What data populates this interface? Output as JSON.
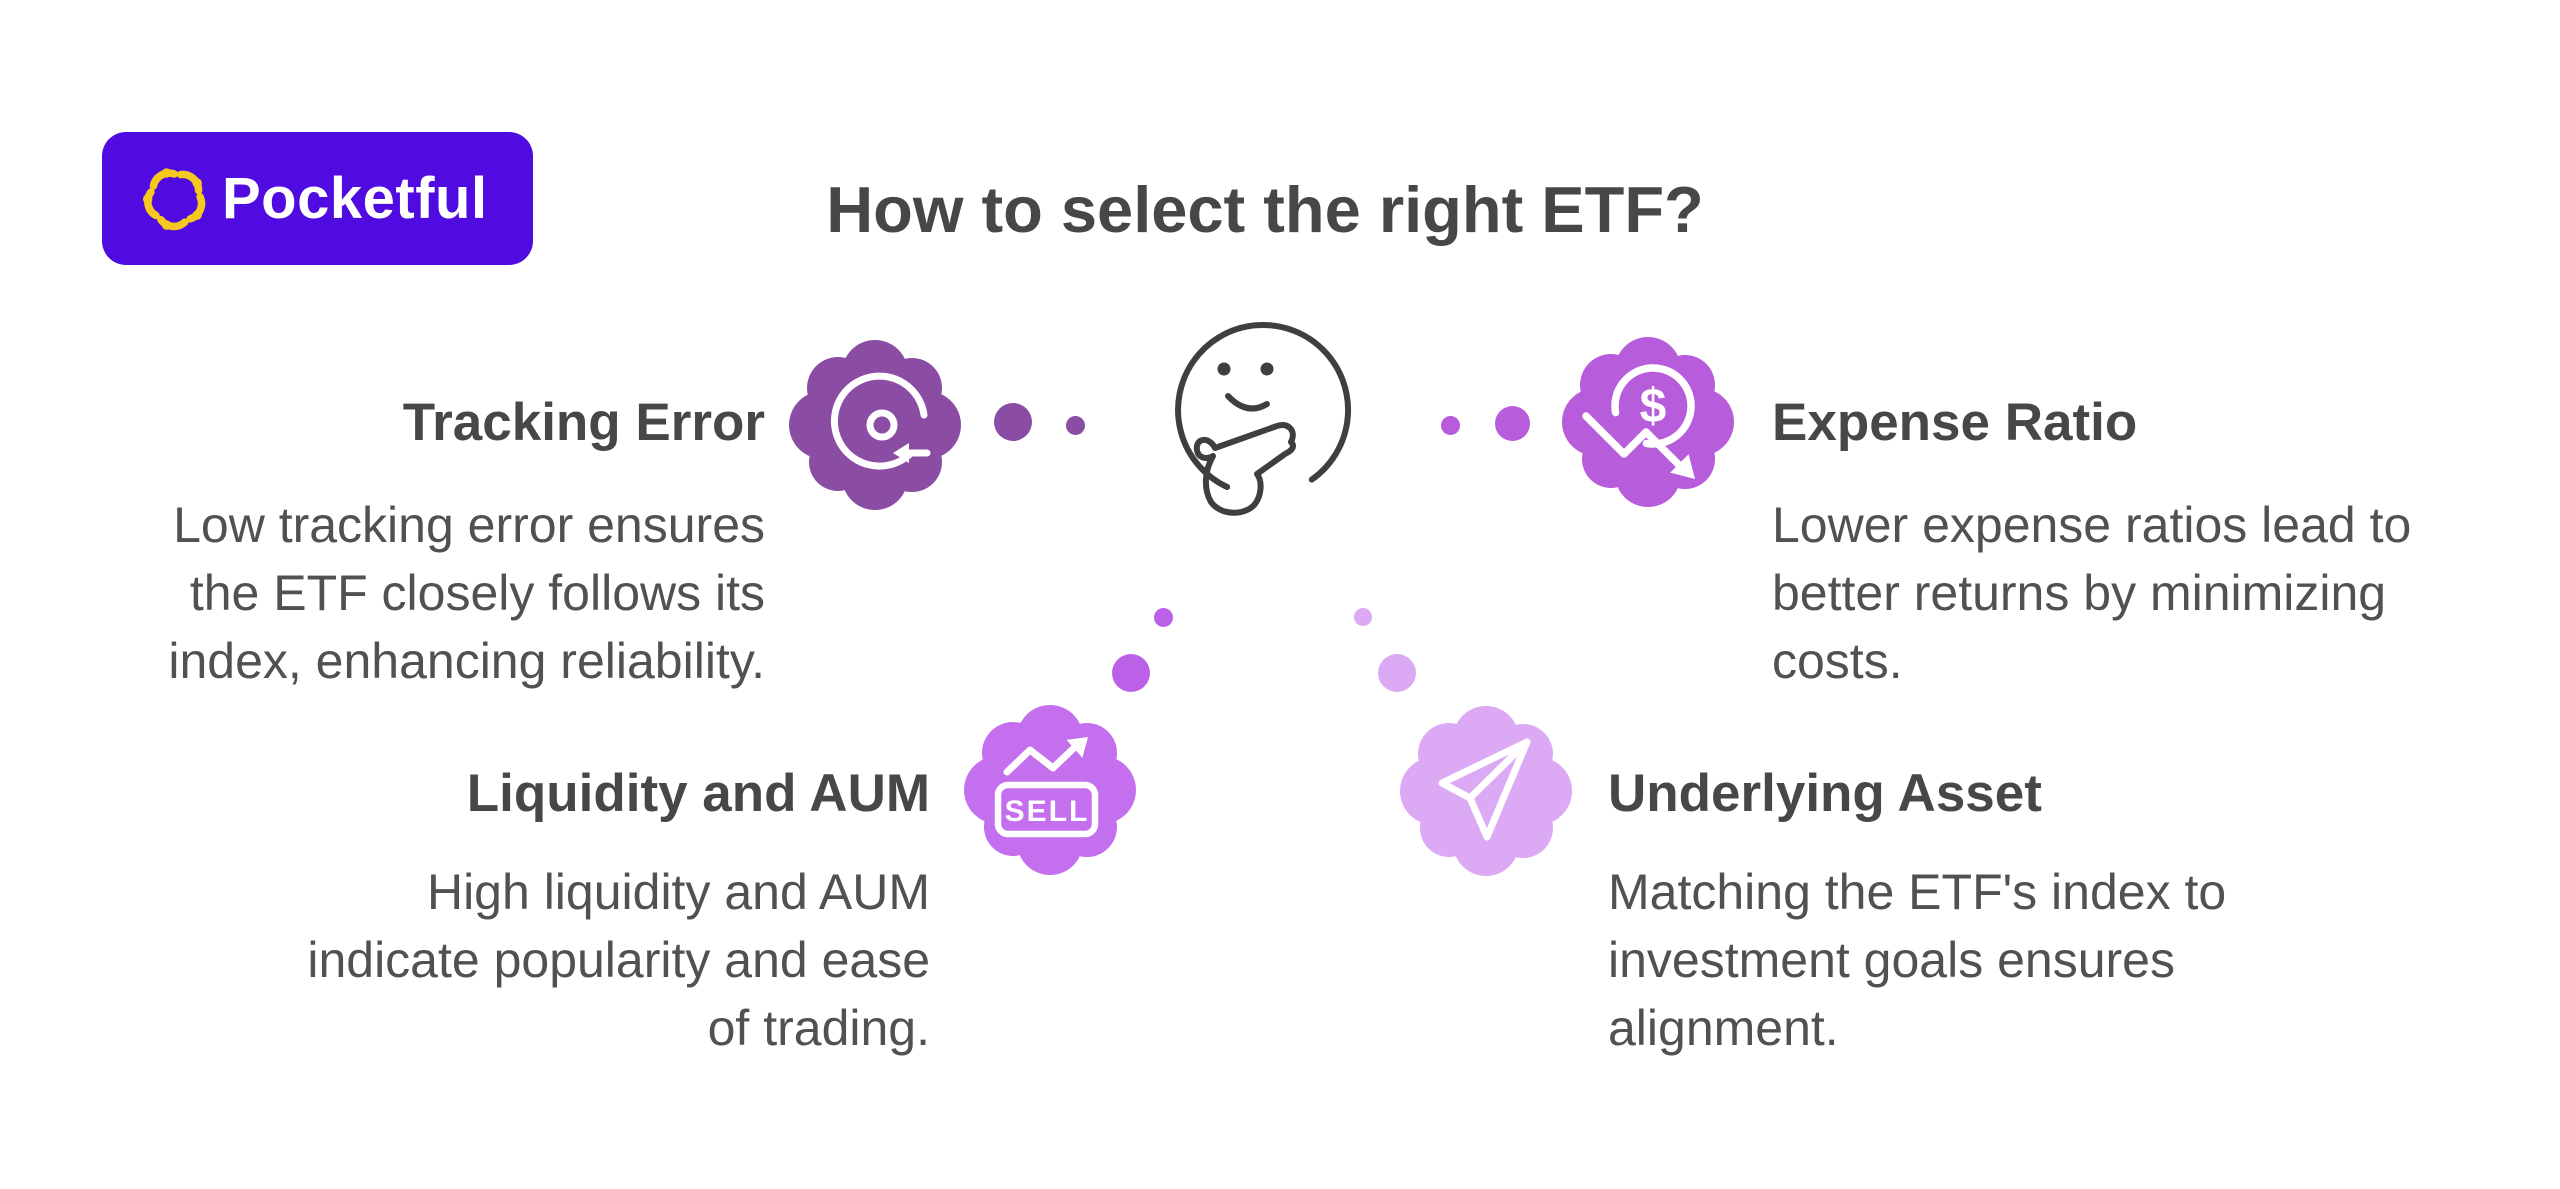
{
  "brand": {
    "name": "Pocketful"
  },
  "title": "How to select the right ETF?",
  "sections": [
    {
      "id": "tracking-error",
      "heading": "Tracking Error",
      "lines": [
        "Low tracking error ensures",
        "the ETF closely follows its",
        "index, enhancing reliability."
      ],
      "accent": "#8A4DA3"
    },
    {
      "id": "expense-ratio",
      "heading": "Expense Ratio",
      "lines": [
        "Lower expense ratios lead to",
        "better returns by minimizing",
        "costs."
      ],
      "accent": "#B75CDB"
    },
    {
      "id": "liquidity-and-aum",
      "heading": "Liquidity and AUM",
      "lines": [
        "High liquidity and AUM",
        "indicate popularity and ease",
        "of trading."
      ],
      "accent": "#C46FEE"
    },
    {
      "id": "underlying-asset",
      "heading": "Underlying Asset",
      "lines": [
        "Matching the ETF's index to",
        "investment goals ensures",
        "alignment."
      ],
      "accent": "#DCA9F4"
    }
  ],
  "icons": {
    "logo_flower": "flower-icon",
    "tracking": "circular-return-arrow-icon",
    "expense": "dollar-decline-arrow-icon",
    "liquidity": "sell-trend-chart-icon",
    "underlying": "paper-plane-icon",
    "center": "thinking-face-icon",
    "sell_label": "SELL",
    "dollar_symbol": "$"
  },
  "colors": {
    "background": "#FFFFFF",
    "logo_bg": "#4F0BE0",
    "logo_flower": "#F5C91E",
    "logo_text": "#FFFFFF",
    "heading_text": "#474747",
    "body_text": "#515151",
    "face_stroke": "#3F3F3F",
    "blob_tracking": "#8A4DA3",
    "blob_expense": "#B75CDB",
    "blob_liquidity": "#C46FEE",
    "blob_underlying": "#DCA9F4",
    "dots_top_left": "#8A4DA3",
    "dots_top_right": "#B75CDB",
    "dots_bottom_left": "#BB61E8",
    "dots_bottom_right": "#DCA9F4"
  }
}
